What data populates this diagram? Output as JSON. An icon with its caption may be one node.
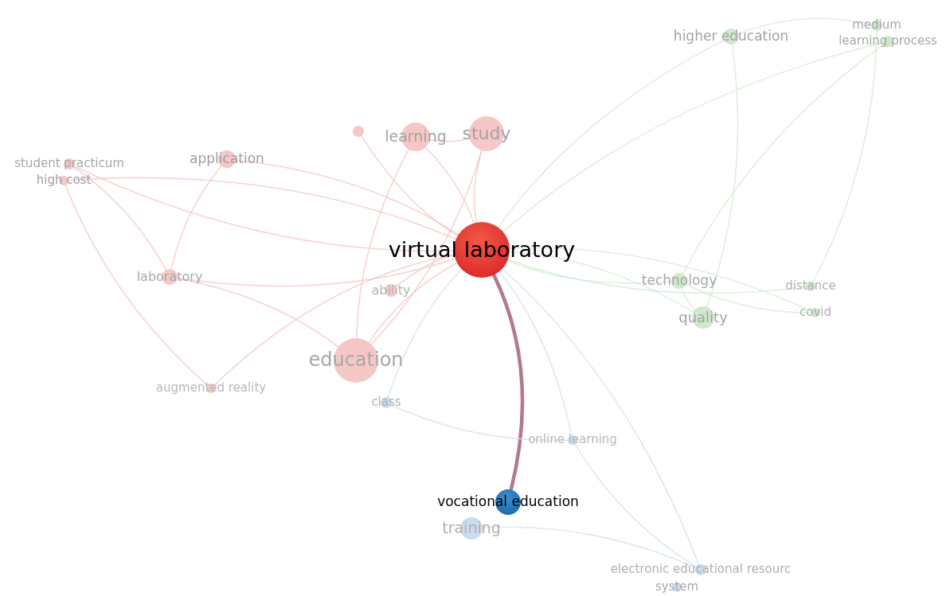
{
  "diagram": {
    "nodes": [
      {
        "text": [
          "virtual laboratory"
        ]
      },
      {
        "text": [
          "vocational education"
        ]
      },
      {
        "text": [
          "education"
        ]
      },
      {
        "text": [
          "study"
        ]
      },
      {
        "text": [
          "learning"
        ]
      },
      {
        "text": [],
        "shape": "circle"
      },
      {
        "text": [
          "application"
        ]
      },
      {
        "text": [
          "student practicum"
        ]
      },
      {
        "text": [
          "high cost"
        ]
      },
      {
        "text": [
          "laboratory"
        ]
      },
      {
        "text": [
          "ability"
        ]
      },
      {
        "text": [
          "augmented reality"
        ]
      },
      {
        "text": [
          "class"
        ]
      },
      {
        "text": [
          "online learning"
        ]
      },
      {
        "text": [
          "training"
        ]
      },
      {
        "text": [
          "electronic educational resourc"
        ]
      },
      {
        "text": [
          "system"
        ]
      },
      {
        "text": [
          "higher education"
        ]
      },
      {
        "text": [
          "medium"
        ]
      },
      {
        "text": [
          "learning process"
        ]
      },
      {
        "text": [
          "technology"
        ]
      },
      {
        "text": [
          "quality"
        ]
      },
      {
        "text": [
          "distance"
        ]
      },
      {
        "text": [
          "covid"
        ]
      }
    ],
    "edges": [
      {
        "from": 0,
        "to": 1,
        "arrow": "none",
        "style": "thick",
        "color": "#b0708c"
      },
      {
        "from": 0,
        "to": 2,
        "arrow": "none"
      },
      {
        "from": 0,
        "to": 3,
        "arrow": "none"
      },
      {
        "from": 0,
        "to": 4,
        "arrow": "none"
      },
      {
        "from": 0,
        "to": 5,
        "arrow": "none"
      },
      {
        "from": 0,
        "to": 6,
        "arrow": "none"
      },
      {
        "from": 0,
        "to": 7,
        "arrow": "none"
      },
      {
        "from": 0,
        "to": 8,
        "arrow": "none"
      },
      {
        "from": 0,
        "to": 9,
        "arrow": "none"
      },
      {
        "from": 0,
        "to": 10,
        "arrow": "none"
      },
      {
        "from": 0,
        "to": 11,
        "arrow": "none"
      },
      {
        "from": 0,
        "to": 12,
        "arrow": "none",
        "color": "#cfe0f2"
      },
      {
        "from": 0,
        "to": 13,
        "arrow": "none",
        "color": "#cfe0f2"
      },
      {
        "from": 12,
        "to": 13,
        "arrow": "none",
        "color": "#cfe0f2"
      },
      {
        "from": 0,
        "to": 15,
        "arrow": "none",
        "color": "#cfe0f2"
      },
      {
        "from": 20,
        "to": 21,
        "arrow": "none",
        "color": "#d2ebd0"
      },
      {
        "from": 0,
        "to": 17,
        "arrow": "none",
        "color": "#d2ebd0"
      },
      {
        "from": 17,
        "to": 18,
        "arrow": "none",
        "color": "#d2ebd0"
      },
      {
        "from": 0,
        "to": 19,
        "arrow": "none",
        "color": "#d2ebd0"
      },
      {
        "from": 0,
        "to": 20,
        "arrow": "none",
        "color": "#d2ebd0"
      },
      {
        "from": 0,
        "to": 21,
        "arrow": "none",
        "color": "#d2ebd0"
      },
      {
        "from": 0,
        "to": 22,
        "arrow": "none",
        "color": "#d2ebd0"
      },
      {
        "from": 0,
        "to": 23,
        "arrow": "none",
        "color": "#d2ebd0"
      },
      {
        "from": 2,
        "to": 3,
        "arrow": "none"
      },
      {
        "from": 2,
        "to": 4,
        "arrow": "none"
      },
      {
        "from": 2,
        "to": 9,
        "arrow": "none"
      },
      {
        "from": 3,
        "to": 4,
        "arrow": "none"
      },
      {
        "from": 6,
        "to": 9,
        "arrow": "none"
      },
      {
        "from": 7,
        "to": 9,
        "arrow": "none"
      },
      {
        "from": 8,
        "to": 11,
        "arrow": "none"
      },
      {
        "from": 14,
        "to": 15,
        "arrow": "none",
        "color": "#cfe0f2"
      },
      {
        "from": 13,
        "to": 15,
        "arrow": "none",
        "color": "#cfe0f2"
      },
      {
        "from": 17,
        "to": 21,
        "arrow": "none",
        "color": "#d2ebd0"
      },
      {
        "from": 19,
        "to": 20,
        "arrow": "none",
        "color": "#d2ebd0"
      },
      {
        "from": 18,
        "to": 22,
        "arrow": "none",
        "color": "#d2ebd0"
      },
      {
        "from": 20,
        "to": 23,
        "arrow": "none",
        "color": "#d2ebd0"
      }
    ]
  }
}
